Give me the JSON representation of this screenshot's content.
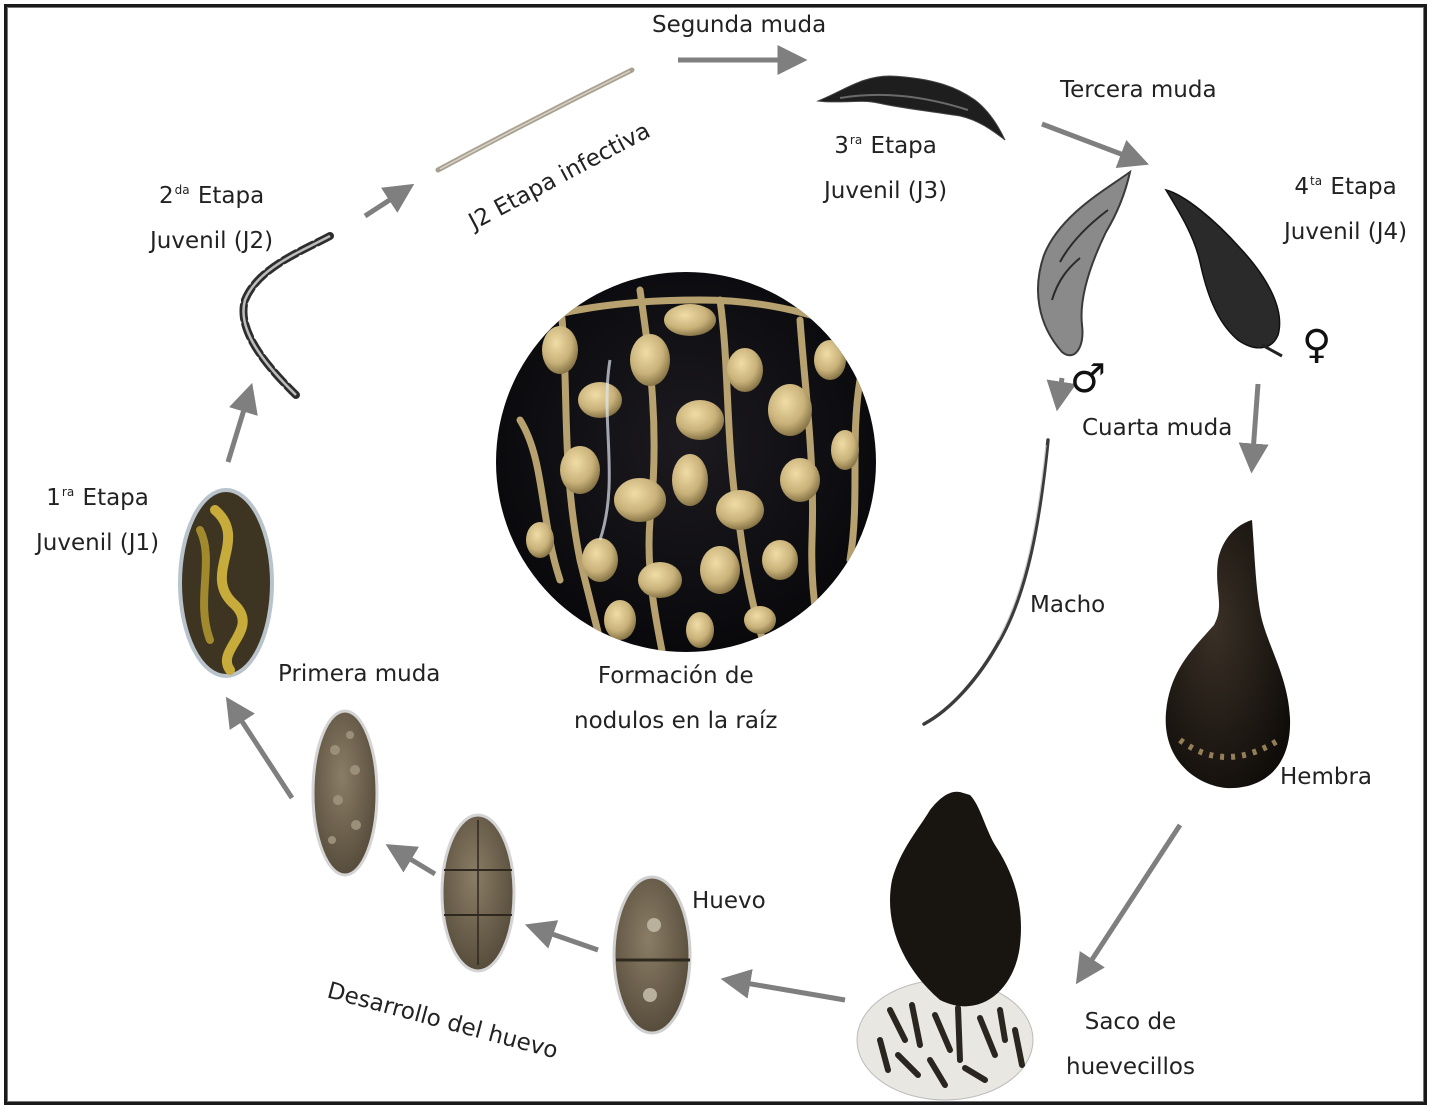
{
  "labels": {
    "segunda_muda": "Segunda muda",
    "tercera_muda": "Tercera muda",
    "cuarta_muda": "Cuarta muda",
    "primera_muda": "Primera muda",
    "j2_infectiva": "J2 Etapa infectiva",
    "stage2_num": "2",
    "stage2_sup": "da",
    "stage2_rest": "Etapa",
    "stage2_line2": "Juvenil (J2)",
    "stage3_num": "3",
    "stage3_sup": "ra",
    "stage3_rest": "Etapa",
    "stage3_line2": "Juvenil (J3)",
    "stage4_num": "4",
    "stage4_sup": "ta",
    "stage4_rest": "Etapa",
    "stage4_line2": "Juvenil (J4)",
    "stage1_num": "1",
    "stage1_sup": "ra",
    "stage1_rest": "Etapa",
    "stage1_line2": "Juvenil (J1)",
    "root_line1": "Formación de",
    "root_line2": "nodulos en la raíz",
    "macho": "Macho",
    "hembra": "Hembra",
    "saco_line1": "Saco de",
    "saco_line2": "huevecillos",
    "huevo": "Huevo",
    "desarrollo": "Desarrollo del huevo",
    "male_symbol": "♂",
    "female_symbol": "♀"
  },
  "colors": {
    "arrow": "#7f7f7f",
    "frame": "#1a1a1a",
    "text": "#222222",
    "root_bg": "#0b0b12",
    "root_nodule": "#c9b27a",
    "egg_shell": "#cfcfcf",
    "egg_fill": "#6e6250",
    "j1_fill": "#7d6b2c",
    "nematode_dark": "#1e1e1e",
    "female_body": "#1c1712"
  }
}
